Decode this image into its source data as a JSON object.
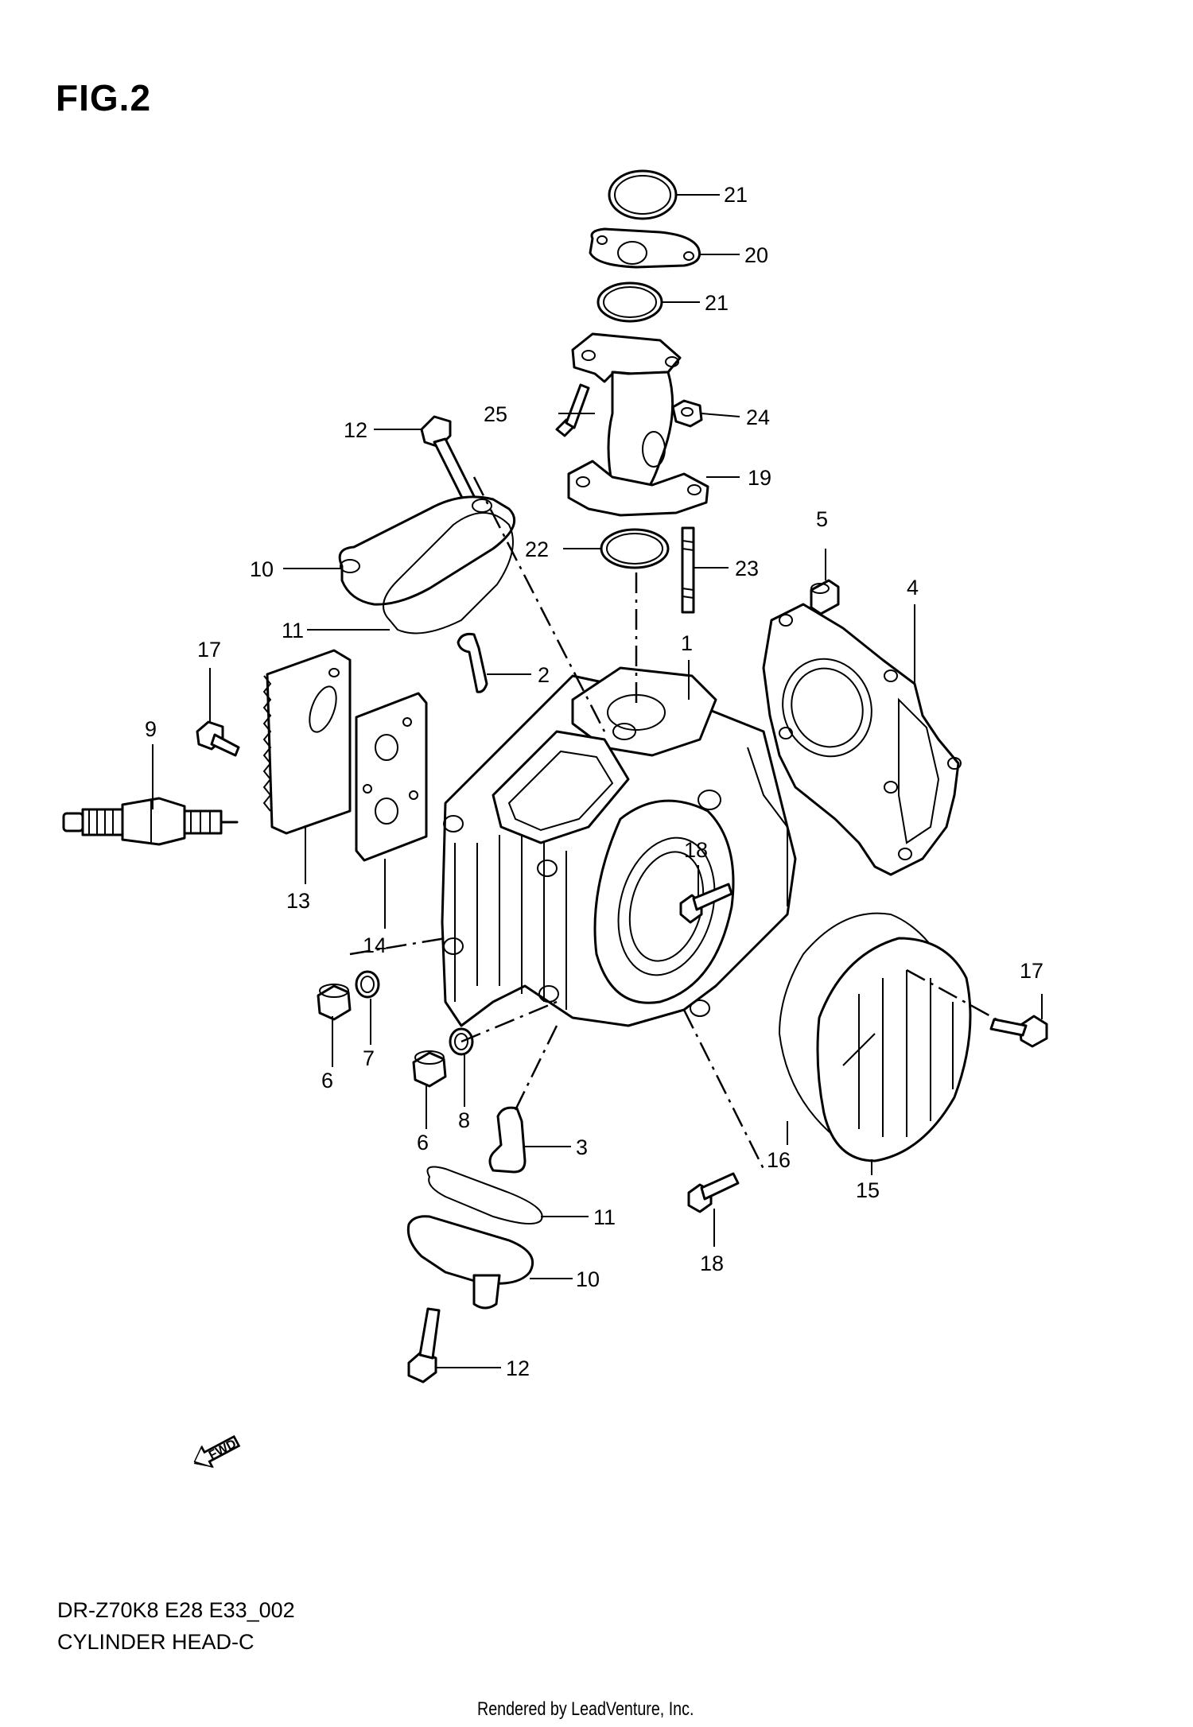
{
  "figure": {
    "title": "FIG.2",
    "model_code": "DR-Z70K8 E28 E33_002",
    "part_name": "CYLINDER HEAD-C",
    "rendered_by": "Rendered by LeadVenture, Inc.",
    "fwd_label": "FWD"
  },
  "callouts": {
    "c1": "1",
    "c2": "2",
    "c3": "3",
    "c4": "4",
    "c5": "5",
    "c6a": "6",
    "c6b": "6",
    "c7": "7",
    "c8": "8",
    "c9": "9",
    "c10a": "10",
    "c10b": "10",
    "c11a": "11",
    "c11b": "11",
    "c12a": "12",
    "c12b": "12",
    "c13": "13",
    "c14": "14",
    "c15": "15",
    "c16": "16",
    "c17a": "17",
    "c17b": "17",
    "c18a": "18",
    "c18b": "18",
    "c19": "19",
    "c20": "20",
    "c21a": "21",
    "c21b": "21",
    "c22": "22",
    "c23": "23",
    "c24": "24",
    "c25": "25"
  }
}
